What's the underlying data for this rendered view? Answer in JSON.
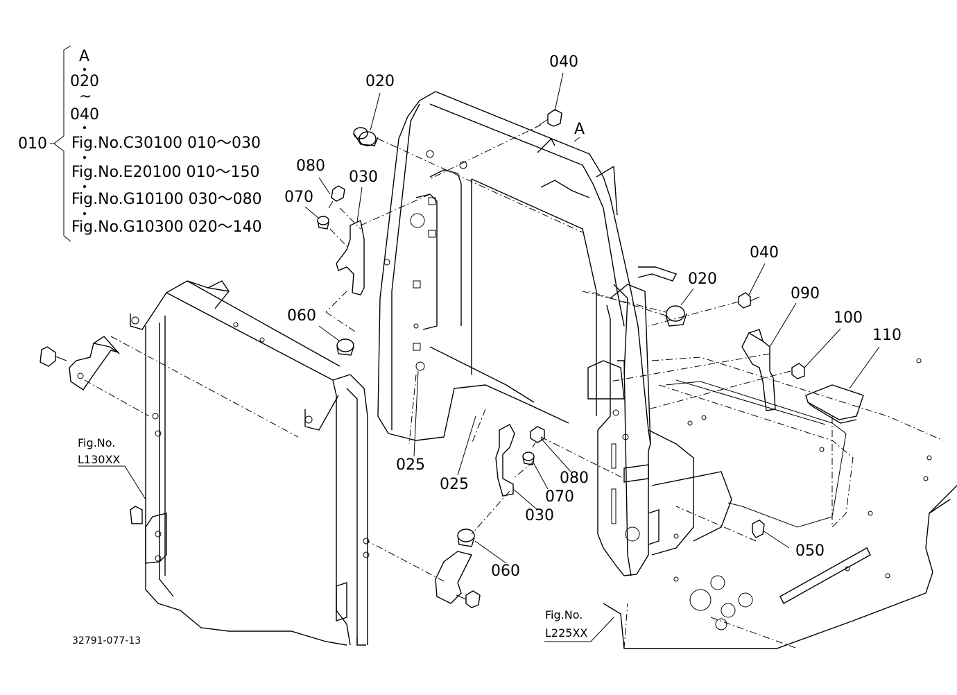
{
  "legend": {
    "letter": "A",
    "range_start": "020",
    "tilde": "~",
    "range_end": "040",
    "root_part": "010",
    "fig_refs": [
      "Fig.No.C30100  010～030",
      "Fig.No.E20100  010～150",
      "Fig.No.G10100  030～080",
      "Fig.No.G10300  020～140"
    ]
  },
  "callouts": {
    "c020_top": "020",
    "c040_top": "040",
    "assembly_A": "A",
    "c080_left": "080",
    "c030_left": "030",
    "c070_left": "070",
    "c060_left": "060",
    "c040_right": "040",
    "c020_right": "020",
    "c090": "090",
    "c100": "100",
    "c110": "110",
    "c025_a": "025",
    "c025_b": "025",
    "c080_mid": "080",
    "c070_mid": "070",
    "c030_mid": "030",
    "c060_mid": "060",
    "c050": "050"
  },
  "refs": {
    "left_fig_line1": "Fig.No.",
    "left_fig_line2": "L130XX",
    "right_fig_line1": "Fig.No.",
    "right_fig_line2": "L225XX"
  },
  "drawing_id": "32791-077-13"
}
